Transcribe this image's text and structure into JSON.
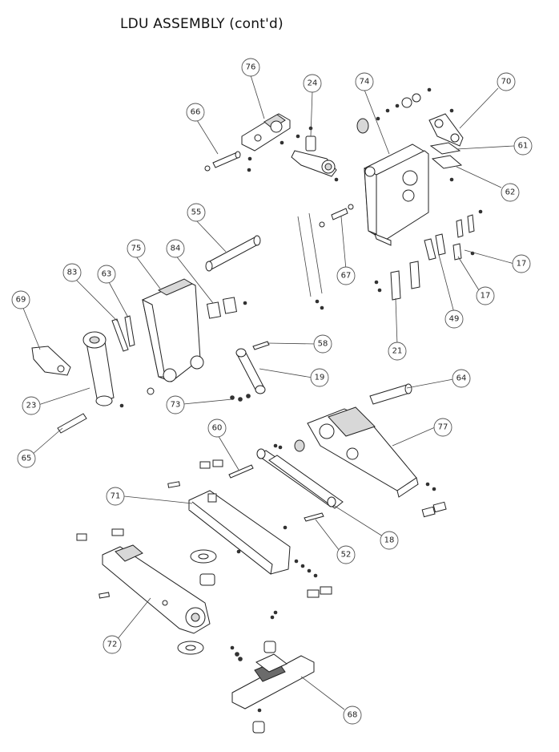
{
  "title": "LDU ASSEMBLY (cont'd)",
  "callouts": [
    {
      "id": "c76",
      "label": "76"
    },
    {
      "id": "c24",
      "label": "24"
    },
    {
      "id": "c74",
      "label": "74"
    },
    {
      "id": "c70",
      "label": "70"
    },
    {
      "id": "c66",
      "label": "66"
    },
    {
      "id": "c61",
      "label": "61"
    },
    {
      "id": "c62",
      "label": "62"
    },
    {
      "id": "c55",
      "label": "55"
    },
    {
      "id": "c75",
      "label": "75"
    },
    {
      "id": "c84",
      "label": "84"
    },
    {
      "id": "c83",
      "label": "83"
    },
    {
      "id": "c63",
      "label": "63"
    },
    {
      "id": "c67",
      "label": "67"
    },
    {
      "id": "c17a",
      "label": "17"
    },
    {
      "id": "c17b",
      "label": "17"
    },
    {
      "id": "c49",
      "label": "49"
    },
    {
      "id": "c69",
      "label": "69"
    },
    {
      "id": "c58",
      "label": "58"
    },
    {
      "id": "c21",
      "label": "21"
    },
    {
      "id": "c19",
      "label": "19"
    },
    {
      "id": "c64",
      "label": "64"
    },
    {
      "id": "c23",
      "label": "23"
    },
    {
      "id": "c73",
      "label": "73"
    },
    {
      "id": "c60",
      "label": "60"
    },
    {
      "id": "c77",
      "label": "77"
    },
    {
      "id": "c65",
      "label": "65"
    },
    {
      "id": "c71",
      "label": "71"
    },
    {
      "id": "c18",
      "label": "18"
    },
    {
      "id": "c52",
      "label": "52"
    },
    {
      "id": "c72",
      "label": "72"
    },
    {
      "id": "c68",
      "label": "68"
    }
  ]
}
